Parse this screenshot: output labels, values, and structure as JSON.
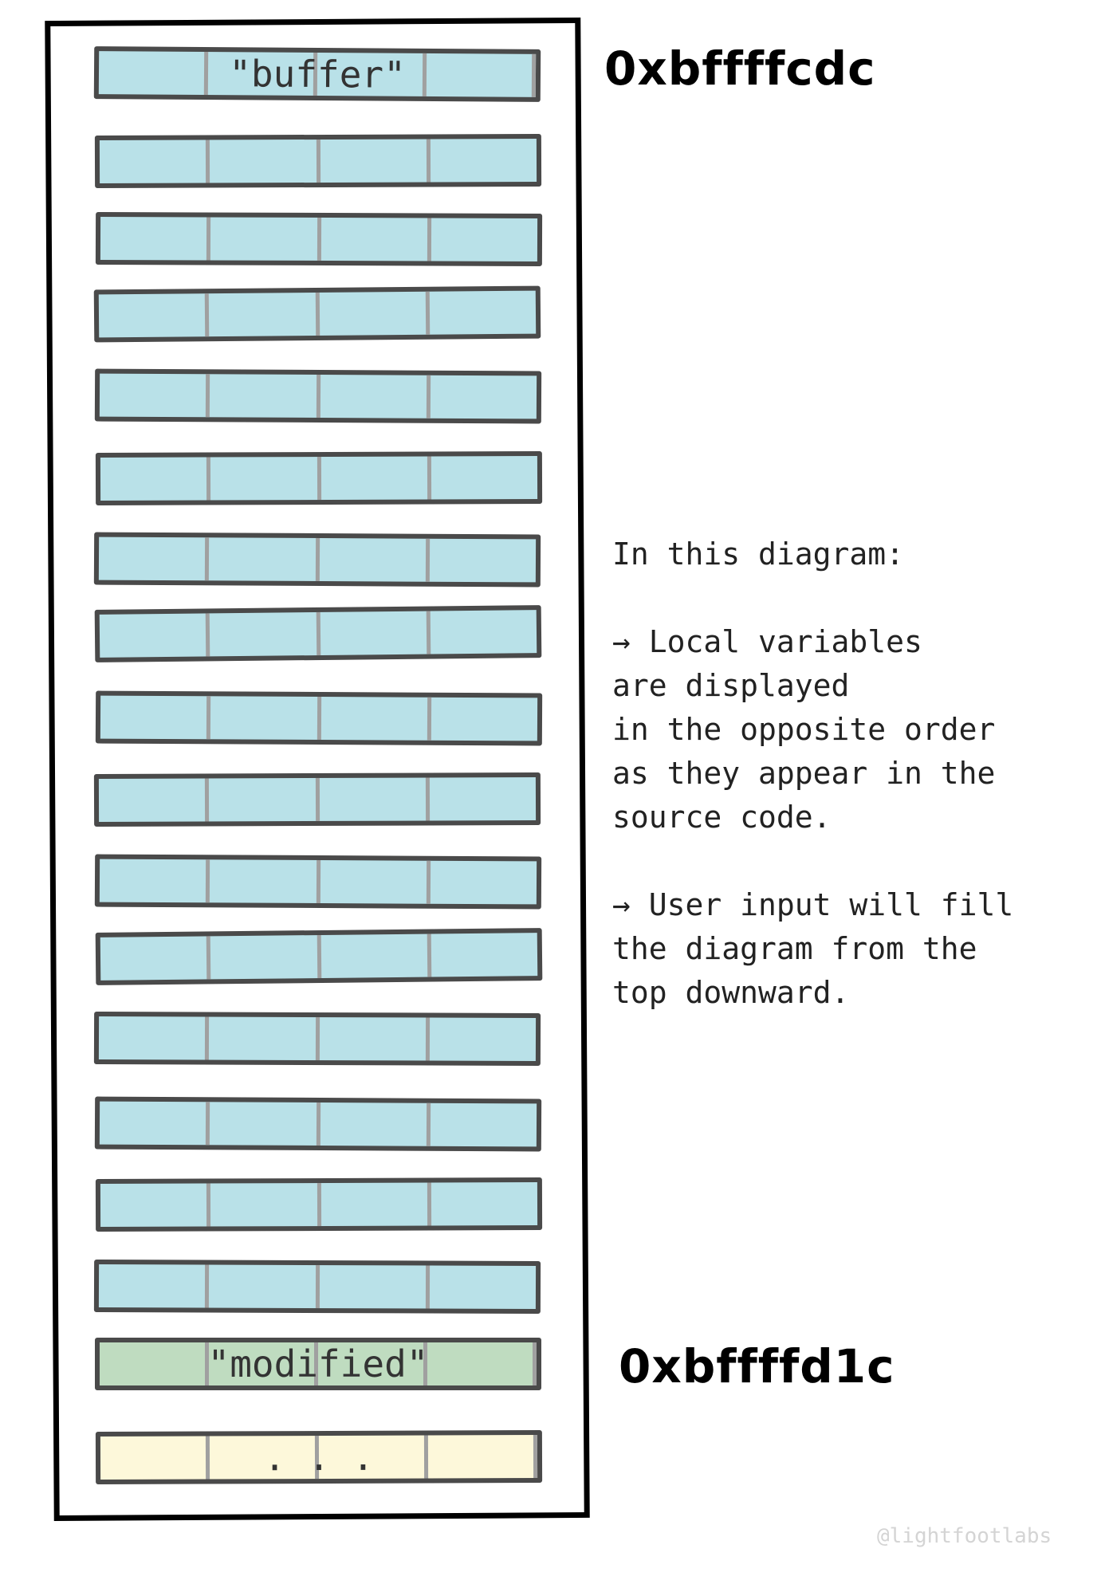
{
  "stack": {
    "rows": [
      {
        "color": "blue",
        "label": "\"buffer\""
      },
      {
        "color": "blue"
      },
      {
        "color": "blue"
      },
      {
        "color": "blue"
      },
      {
        "color": "blue"
      },
      {
        "color": "blue"
      },
      {
        "color": "blue"
      },
      {
        "color": "blue"
      },
      {
        "color": "blue"
      },
      {
        "color": "blue"
      },
      {
        "color": "blue"
      },
      {
        "color": "blue"
      },
      {
        "color": "blue"
      },
      {
        "color": "blue"
      },
      {
        "color": "blue"
      },
      {
        "color": "blue"
      },
      {
        "color": "green",
        "label": "\"modified\""
      },
      {
        "color": "yellow",
        "label": ". . ."
      }
    ],
    "colors": {
      "blue": "#b9e1e8",
      "green": "#bfdcc0",
      "yellow": "#fdf8da",
      "outline": "#4a4a4a"
    }
  },
  "addresses": {
    "top": "0xbffffcdc",
    "bottom": "0xbffffd1c"
  },
  "notes": {
    "heading": "In this diagram:",
    "point1": "→ Local variables\nare displayed\nin the opposite order\nas they appear in the\nsource code.",
    "point2": "→ User input will fill\nthe diagram from the\ntop downward."
  },
  "watermark": "@lightfootlabs"
}
